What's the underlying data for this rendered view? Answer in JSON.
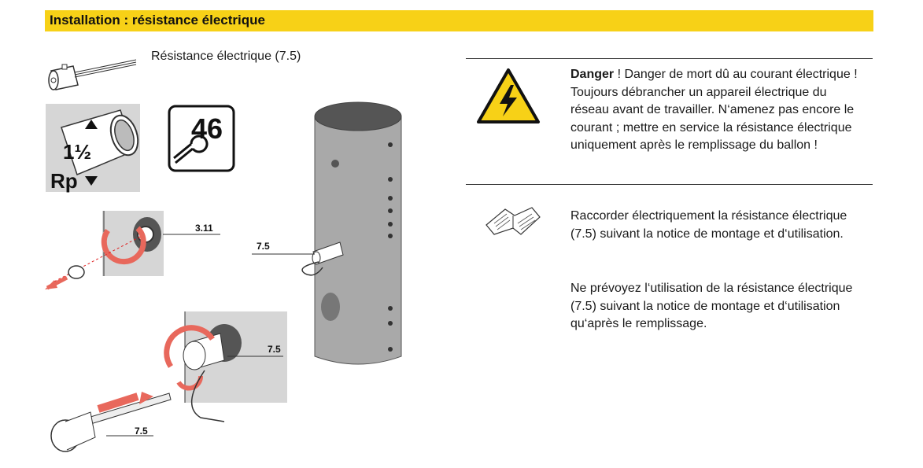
{
  "header": {
    "title": "Installation : résistance électrique"
  },
  "illustration": {
    "caption": "Résistance électrique (7.5)",
    "thread_size": "1½",
    "thread_type": "Rp",
    "wrench_size": "46",
    "labels": {
      "flange": "3.11",
      "heater_tank": "7.5",
      "heater_mounted": "7.5",
      "heater_insert": "7.5"
    }
  },
  "notices": {
    "danger": {
      "icon": "high-voltage-warning-icon",
      "bold": "Danger",
      "text": " ! Danger de mort dû au courant électrique ! Toujours débrancher un appareil électrique du réseau avant de travailler. N‘amenez pas encore le courant ; mettre en service la résistance électrique uniquement après le remplissage du ballon !"
    },
    "manual": {
      "icon": "open-manual-icon",
      "paragraph1": "Raccorder électriquement la résistance électrique (7.5) suivant la notice de montage et d‘utilisation.",
      "paragraph2": "Ne prévoyez l‘utilisation de la résistance électrique (7.5) suivant la notice de montage et d‘utilisation qu‘après le remplissage."
    }
  },
  "colors": {
    "header": "#f7d117",
    "arrow": "#e8685c",
    "warning": "#f7d117"
  }
}
